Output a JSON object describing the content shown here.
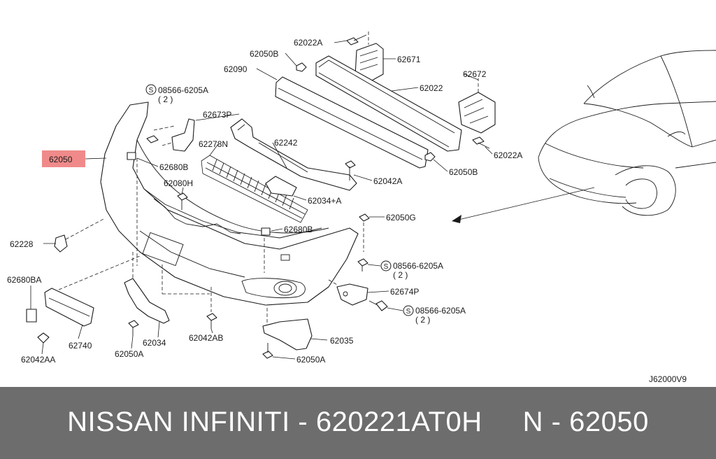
{
  "diagram_code": "J62000V9",
  "footer": {
    "brand": "NISSAN INFINITI",
    "part_number": "620221AT0H",
    "ref": "N - 62050"
  },
  "labels": {
    "p62022A_top": "62022A",
    "p62671": "62671",
    "p62050B_top": "62050B",
    "p62090": "62090",
    "p62022": "62022",
    "p62672": "62672",
    "s08566_1": "08566-6205A",
    "s08566_1_qty": "( 2 )",
    "p62673P": "62673P",
    "p62278N": "62278N",
    "p62242": "62242",
    "p62022A_right": "62022A",
    "p62050_highlight": "62050",
    "p62680B_1": "62680B",
    "p62050B_right": "62050B",
    "p62080H": "62080H",
    "p62042A": "62042A",
    "p62034A": "62034+A",
    "p62050G": "62050G",
    "p62680B_2": "62680B",
    "p62228": "62228",
    "s08566_2": "08566-6205A",
    "s08566_2_qty": "( 2 )",
    "p62680BA": "62680BA",
    "p62674P": "62674P",
    "s08566_3": "08566-6205A",
    "s08566_3_qty": "( 2 )",
    "p62034": "62034",
    "p62042AB": "62042AB",
    "p62035": "62035",
    "p62740": "62740",
    "p62050A_left": "62050A",
    "p62050A_bottom": "62050A",
    "p62042AA": "62042AA"
  },
  "colors": {
    "highlight": "#f08a8a",
    "footer_bg": "#6d6d6d",
    "footer_text": "#ffffff",
    "line": "#1a1a1a"
  },
  "icons": [
    "s-circle-icon",
    "bolt-icon",
    "clip-icon"
  ]
}
